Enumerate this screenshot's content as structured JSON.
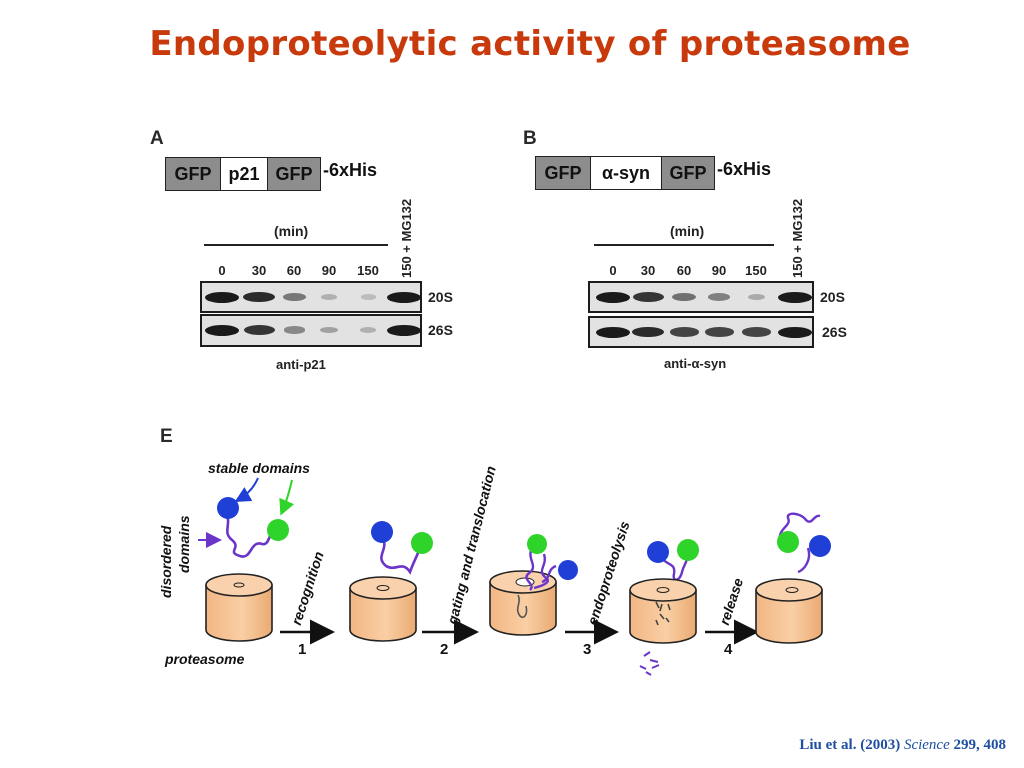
{
  "slide": {
    "title": "Endoproteolytic activity of proteasome",
    "citation": {
      "authors": "Liu et al. (2003)",
      "journal": "Science",
      "volume_pages": "299, 408"
    }
  },
  "panel_a": {
    "letter": "A",
    "construct": [
      "GFP",
      "p21",
      "GFP"
    ],
    "tag": "-6xHis",
    "time_label": "(min)",
    "timepoints": [
      "0",
      "30",
      "60",
      "90",
      "150"
    ],
    "inhibitor_lane": "150 + MG132",
    "rows": [
      {
        "label": "20S",
        "intensity": [
          1.0,
          0.9,
          0.45,
          0.12,
          0.05,
          1.0
        ]
      },
      {
        "label": "26S",
        "intensity": [
          1.0,
          0.85,
          0.35,
          0.2,
          0.12,
          1.0
        ]
      }
    ],
    "antibody": "anti-p21"
  },
  "panel_b": {
    "letter": "B",
    "construct": [
      "GFP",
      "α-syn",
      "GFP"
    ],
    "tag": "-6xHis",
    "time_label": "(min)",
    "timepoints": [
      "0",
      "30",
      "60",
      "90",
      "150"
    ],
    "inhibitor_lane": "150 + MG132",
    "rows": [
      {
        "label": "20S",
        "intensity": [
          1.0,
          0.85,
          0.5,
          0.4,
          0.15,
          1.0
        ]
      },
      {
        "label": "26S",
        "intensity": [
          1.0,
          0.9,
          0.75,
          0.75,
          0.75,
          1.0
        ]
      }
    ],
    "antibody": "anti-α-syn"
  },
  "panel_e": {
    "letter": "E",
    "stable_domains": "stable domains",
    "disordered": "disordered",
    "domains": "domains",
    "proteasome": "proteasome",
    "steps": [
      {
        "num": "1",
        "label": "recognition"
      },
      {
        "num": "2",
        "label": "gating and translocation"
      },
      {
        "num": "3",
        "label": "endoproteolysis"
      },
      {
        "num": "4",
        "label": "release"
      }
    ],
    "colors": {
      "cylinder": "#f8c89a",
      "blue_domain": "#1f3fd6",
      "green_domain": "#2ed42a",
      "chain": "#6a35c8"
    }
  }
}
